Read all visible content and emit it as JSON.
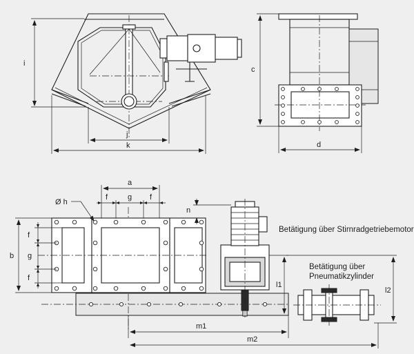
{
  "dimensions": {
    "i": "i",
    "j": "j",
    "k": "k",
    "c": "c",
    "d": "d",
    "a": "a",
    "f": "f",
    "g": "g",
    "oh": "Ø h",
    "n": "n",
    "b": "b",
    "l1": "l1",
    "l2": "l2",
    "m1": "m1",
    "m2": "m2"
  },
  "labels": {
    "gear_motor": "Betätigung über Stirnradgetriebemotor",
    "pneumatic_line1": "Betätigung über",
    "pneumatic_line2": "Pneumatikzylinder"
  }
}
